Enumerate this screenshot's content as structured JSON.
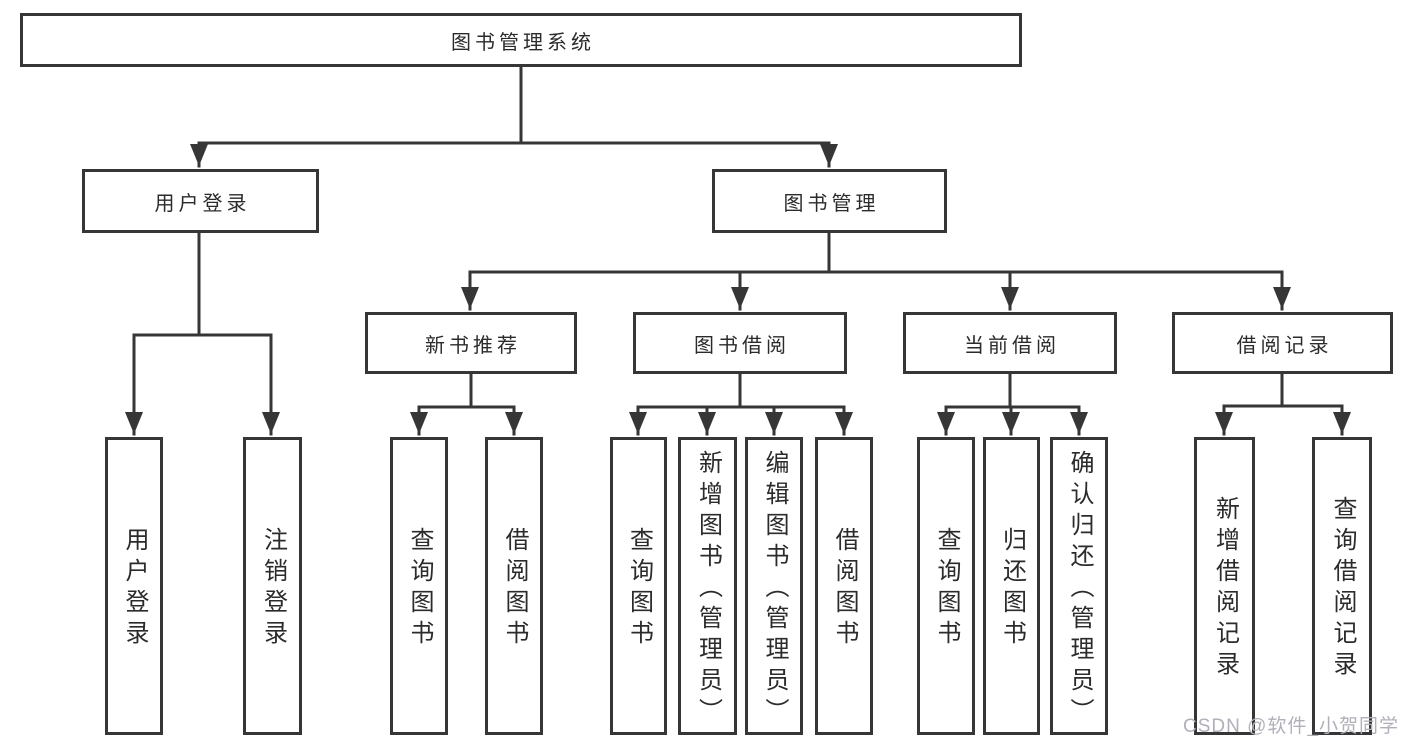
{
  "diagram": {
    "root": {
      "label": "图书管理系统"
    },
    "level1": [
      {
        "label": "用户登录"
      },
      {
        "label": "图书管理"
      }
    ],
    "level2": [
      {
        "label": "新书推荐"
      },
      {
        "label": "图书借阅"
      },
      {
        "label": "当前借阅"
      },
      {
        "label": "借阅记录"
      }
    ],
    "leaves": [
      {
        "label": "用户登录"
      },
      {
        "label": "注销登录"
      },
      {
        "label": "查询图书"
      },
      {
        "label": "借阅图书"
      },
      {
        "label": "查询图书"
      },
      {
        "label": "新增图书（管理员）"
      },
      {
        "label": "编辑图书（管理员）"
      },
      {
        "label": "借阅图书"
      },
      {
        "label": "查询图书"
      },
      {
        "label": "归还图书"
      },
      {
        "label": "确认归还（管理员）"
      },
      {
        "label": "新增借阅记录"
      },
      {
        "label": "查询借阅记录"
      }
    ],
    "watermark": "CSDN @软件_小贺同学",
    "colors": {
      "line": "#363636",
      "text": "#2b2b2b",
      "watermark": "#b0b0ba",
      "background": "#ffffff"
    }
  }
}
